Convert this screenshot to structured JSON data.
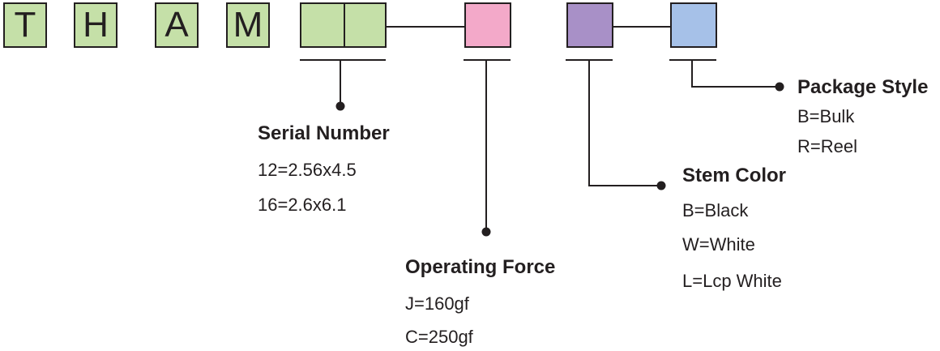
{
  "prefix_letters": [
    "T",
    "H",
    "A",
    "M"
  ],
  "colors": {
    "prefix": "#c5e0a8",
    "serial": "#c5e0a8",
    "force": "#f3a9c9",
    "stem": "#a890c7",
    "package": "#a6c1e8",
    "line": "#231f20"
  },
  "fields": {
    "serial": {
      "title": "Serial Number",
      "options": [
        "12=2.56x4.5",
        "16=2.6x6.1"
      ]
    },
    "force": {
      "title": "Operating Force",
      "options": [
        "J=160gf",
        "C=250gf"
      ]
    },
    "stem": {
      "title": "Stem Color",
      "options": [
        "B=Black",
        "W=White",
        "L=Lcp White"
      ]
    },
    "package": {
      "title": "Package Style",
      "options": [
        "B=Bulk",
        "R=Reel"
      ]
    }
  }
}
